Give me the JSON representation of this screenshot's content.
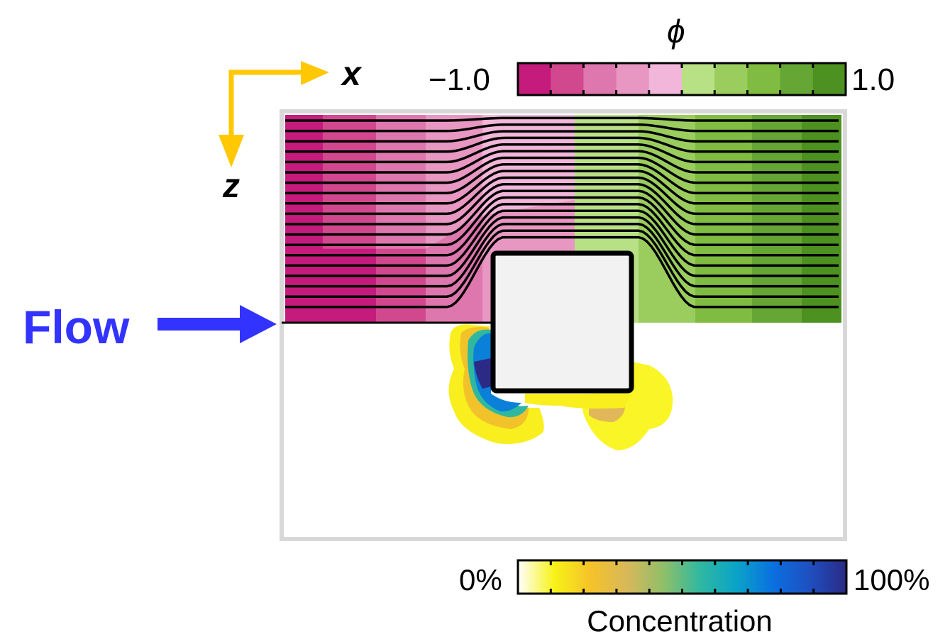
{
  "axes": {
    "x_label": "x",
    "z_label": "z",
    "arrow_color": "#ffc800"
  },
  "flow": {
    "label": "Flow",
    "color": "#3333ff"
  },
  "phi_colorbar": {
    "title": "ϕ",
    "min_label": "−1.0",
    "max_label": "1.0",
    "colors": [
      "#c51b7d",
      "#d2488f",
      "#de77ae",
      "#e797c1",
      "#f1b6da",
      "#b8e186",
      "#9bcd5e",
      "#7fbc41",
      "#65a634",
      "#4d9221"
    ]
  },
  "concentration_colorbar": {
    "title": "Concentration",
    "min_label": "0%",
    "max_label": "100%",
    "stops": [
      "#ffffff",
      "#f7f217",
      "#f5c22a",
      "#d7b85a",
      "#8fbf6a",
      "#2fb8a0",
      "#0aa3c8",
      "#0b6fe0",
      "#1f4fc0",
      "#2b2a84"
    ]
  }
}
